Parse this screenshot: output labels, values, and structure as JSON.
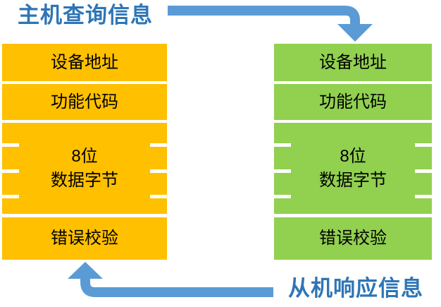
{
  "colors": {
    "background": "#FFFFFF",
    "host_table_fill": "#FFC000",
    "slave_table_fill": "#92D050",
    "arrow": "#5B9BD5",
    "label_text": "#2E75B6",
    "cell_text": "#000000"
  },
  "labels": {
    "host_query": "主机查询信息",
    "slave_response": "从机响应信息"
  },
  "host_table": {
    "rows": {
      "device_address": "设备地址",
      "function_code": "功能代码",
      "data_bytes_line1": "8位",
      "data_bytes_line2": "数据字节",
      "error_check": "错误校验"
    }
  },
  "slave_table": {
    "rows": {
      "device_address": "设备地址",
      "function_code": "功能代码",
      "data_bytes_line1": "8位",
      "data_bytes_line2": "数据字节",
      "error_check": "错误校验"
    }
  }
}
